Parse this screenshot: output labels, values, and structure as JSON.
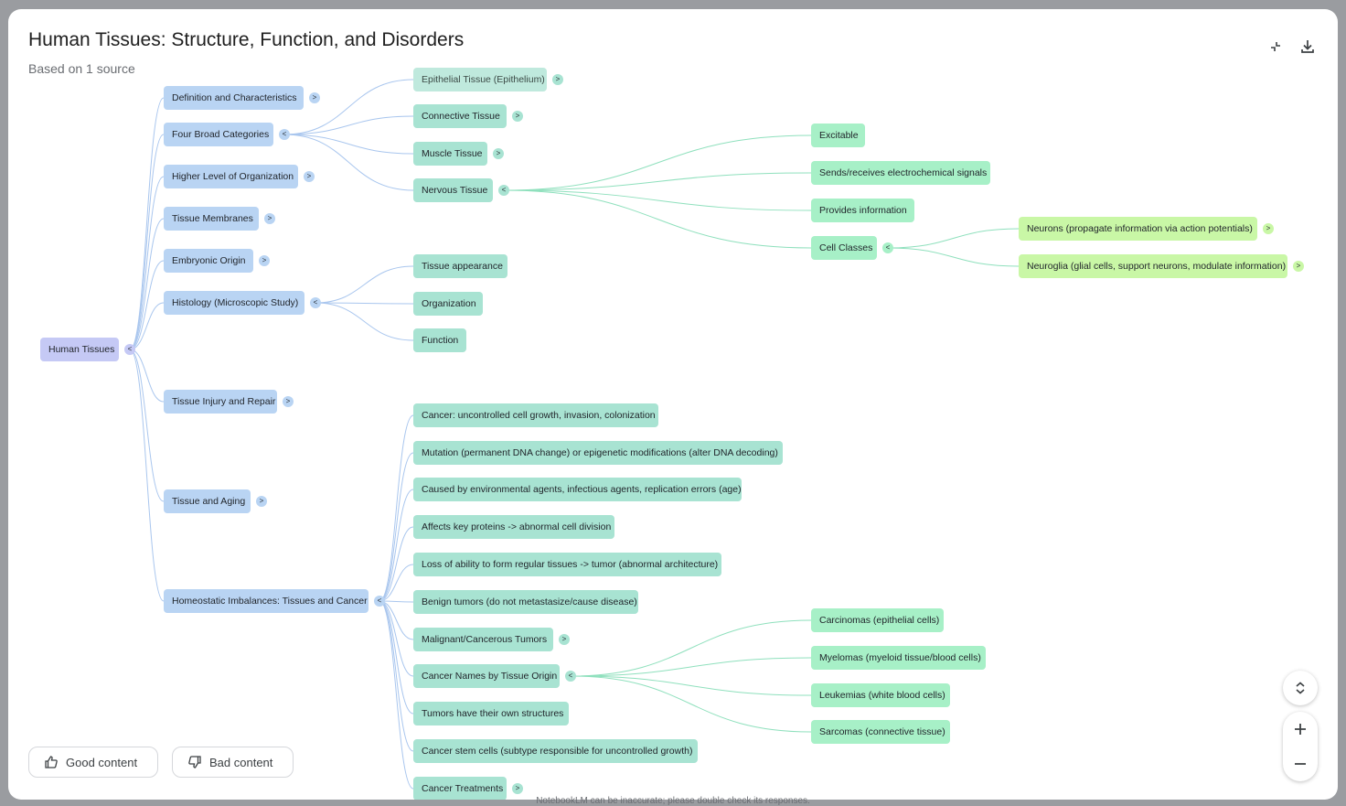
{
  "header": {
    "title": "Human Tissues: Structure, Function, and Disorders",
    "subtitle": "Based on 1 source"
  },
  "footer_note": "NotebookLM can be inaccurate; please double check its responses.",
  "feedback": {
    "good_label": "Good content",
    "bad_label": "Bad content"
  },
  "colors": {
    "root": "#c5c9f5",
    "level1": "#b9d4f3",
    "level2": "#a8e3d2",
    "level3": "#a7f0c7",
    "level4": "#c9f7a6",
    "edge_blue": "#a9c6ee",
    "edge_green": "#8fe0bd"
  },
  "mindmap": {
    "root": {
      "label": "Human Tissues",
      "toggle": "<"
    },
    "level1": [
      {
        "label": "Definition and Characteristics",
        "toggle": ">"
      },
      {
        "label": "Four Broad Categories",
        "toggle": "<"
      },
      {
        "label": "Higher Level of Organization",
        "toggle": ">"
      },
      {
        "label": "Tissue Membranes",
        "toggle": ">"
      },
      {
        "label": "Embryonic Origin",
        "toggle": ">"
      },
      {
        "label": "Histology (Microscopic Study)",
        "toggle": "<"
      },
      {
        "label": "Tissue Injury and Repair",
        "toggle": ">"
      },
      {
        "label": "Tissue and Aging",
        "toggle": ">"
      },
      {
        "label": "Homeostatic Imbalances: Tissues and Cancer",
        "toggle": "<"
      }
    ],
    "categories": [
      {
        "label": "Epithelial Tissue (Epithelium)",
        "toggle": ">"
      },
      {
        "label": "Connective Tissue",
        "toggle": ">"
      },
      {
        "label": "Muscle Tissue",
        "toggle": ">"
      },
      {
        "label": "Nervous Tissue",
        "toggle": "<"
      }
    ],
    "nervous": [
      {
        "label": "Excitable"
      },
      {
        "label": "Sends/receives electrochemical signals"
      },
      {
        "label": "Provides information"
      },
      {
        "label": "Cell Classes",
        "toggle": "<"
      }
    ],
    "cell_classes": [
      {
        "label": "Neurons (propagate information via action potentials)",
        "toggle": ">"
      },
      {
        "label": "Neuroglia (glial cells, support neurons, modulate information)",
        "toggle": ">"
      }
    ],
    "histology": [
      {
        "label": "Tissue appearance"
      },
      {
        "label": "Organization"
      },
      {
        "label": "Function"
      }
    ],
    "cancer": [
      {
        "label": "Cancer: uncontrolled cell growth, invasion, colonization"
      },
      {
        "label": "Mutation (permanent DNA change) or epigenetic modifications (alter DNA decoding)"
      },
      {
        "label": "Caused by environmental agents, infectious agents, replication errors (age)"
      },
      {
        "label": "Affects key proteins -> abnormal cell division"
      },
      {
        "label": "Loss of ability to form regular tissues -> tumor (abnormal architecture)"
      },
      {
        "label": "Benign tumors (do not metastasize/cause disease)"
      },
      {
        "label": "Malignant/Cancerous Tumors",
        "toggle": ">"
      },
      {
        "label": "Cancer Names by Tissue Origin",
        "toggle": "<"
      },
      {
        "label": "Tumors have their own structures"
      },
      {
        "label": "Cancer stem cells (subtype responsible for uncontrolled growth)"
      },
      {
        "label": "Cancer Treatments",
        "toggle": ">"
      }
    ],
    "cancer_names": [
      {
        "label": "Carcinomas (epithelial cells)"
      },
      {
        "label": "Myelomas (myeloid tissue/blood cells)"
      },
      {
        "label": "Leukemias (white blood cells)"
      },
      {
        "label": "Sarcomas (connective tissue)"
      }
    ]
  }
}
